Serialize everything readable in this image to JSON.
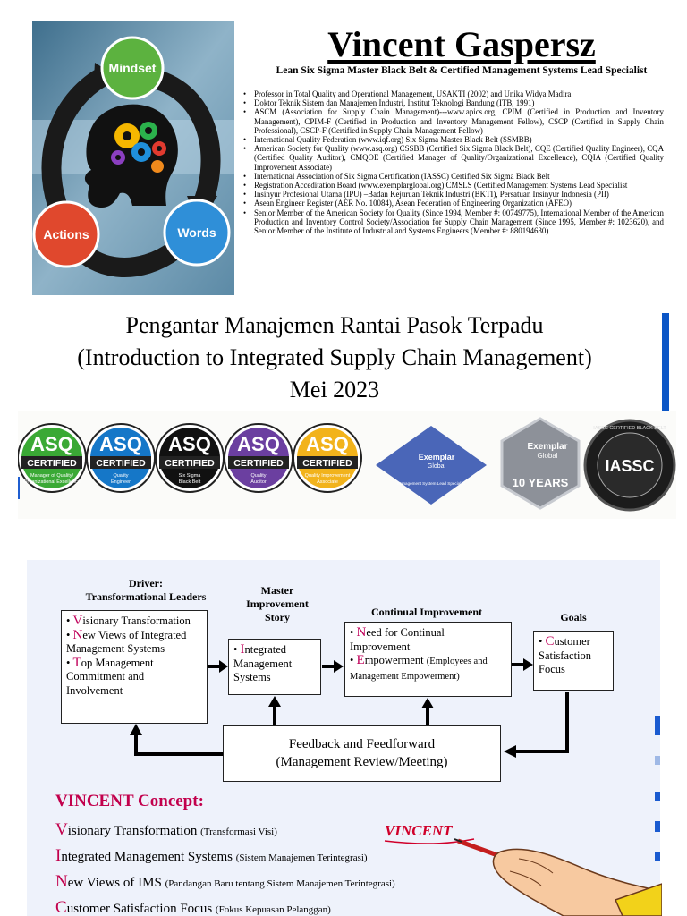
{
  "hero": {
    "labels": {
      "mindset": "Mindset",
      "actions": "Actions",
      "words": "Words"
    }
  },
  "profile": {
    "name": "Vincent Gaspersz",
    "subtitle": "Lean Six Sigma Master Black Belt & Certified Management Systems Lead Specialist",
    "credentials": [
      "Professor in Total Quality and Operational Management, USAKTI (2002) and Unika Widya Madira",
      "Doktor Teknik Sistem dan Manajemen Industri, Institut Teknologi Bandung (ITB, 1991)",
      "ASCM (Association for Supply Chain Management)---www.apics.org, CPIM (Certified in Production and Inventory Management), CPIM-F (Certified in Production and Inventory Management Fellow), CSCP (Certified in Supply Chain Professional), CSCP-F (Certified in Supply Chain Management Fellow)",
      "International Quality Federation (www.iqf.org) Six Sigma Master Black Belt (SSMBB)",
      "American Society for Quality (www.asq.org) CSSBB (Certified Six Sigma Black Belt), CQE (Certified Quality Engineer), CQA (Certified Quality Auditor), CMQOE (Certified Manager of Quality/Organizational Excellence), CQIA (Certified Quality Improvement Associate)",
      "International Association of Six Sigma Certification (IASSC) Certified Six Sigma Black Belt",
      "Registration Acceditation Board (www.exemplarglobal.org) CMSLS (Certified Management Systems Lead Specialist",
      "Insinyur Profesional Utama (IPU) –Badan Kejuruan Teknik Industri (BKTI), Persatuan Insinyur Indonesia (PII)",
      "Asean Engineer Register (AER No. 10084), Asean Federation of Engineering Organization (AFEO)",
      "Senior Member of the American Society for Quality (Since 1994, Member #: 00749775), International Member of the American Production and Inventory Control Society/Association for Supply Chain Management (Since 1995, Member #: 1023620), and Senior Member of the Institute of Industrial and Systems Engineers (Member #: 880194630)"
    ]
  },
  "course": {
    "title_id": "Pengantar Manajemen Rantai Pasok Terpadu",
    "title_en": "(Introduction to Integrated Supply Chain Management)",
    "date": "Mei 2023"
  },
  "badges": {
    "asq": [
      {
        "brand": "ASQ",
        "cert": "CERTIFIED",
        "desc": "Manager of Quality/ Organizational Excellence",
        "color": "#3aa935"
      },
      {
        "brand": "ASQ",
        "cert": "CERTIFIED",
        "desc": "Quality Engineer",
        "color": "#1577c8"
      },
      {
        "brand": "ASQ",
        "cert": "CERTIFIED",
        "desc": "Six Sigma Black Belt",
        "color": "#111111"
      },
      {
        "brand": "ASQ",
        "cert": "CERTIFIED",
        "desc": "Quality Auditor",
        "color": "#6b3fa0"
      },
      {
        "brand": "ASQ",
        "cert": "CERTIFIED",
        "desc": "Quality Improvement Associate",
        "color": "#f2b31c"
      }
    ],
    "exemplar": {
      "name": "Exemplar",
      "sub": "Global",
      "desc": "Management System Lead Specialist"
    },
    "exemplar10": {
      "name": "Exemplar",
      "sub": "Global",
      "years": "10 YEARS"
    },
    "iassc": {
      "name": "IASSC",
      "ring": "IASSC CERTIFIED BLACK BELT"
    }
  },
  "diagram": {
    "driver_header": [
      "Driver:",
      "Transformational Leaders"
    ],
    "story_header": [
      "Master",
      "Improvement",
      "Story"
    ],
    "ci_header": "Continual Improvement",
    "goals_header": "Goals",
    "driver_items": [
      {
        "cap": "V",
        "rest": "isionary Transformation"
      },
      {
        "cap": "N",
        "rest": "ew Views of Integrated Management Systems"
      },
      {
        "cap": "T",
        "rest": "op Management Commitment and Involvement"
      }
    ],
    "story_item": {
      "cap": "I",
      "rest": "ntegrated Management Systems"
    },
    "ci_items": [
      {
        "cap": "N",
        "rest": "eed for Continual Improvement"
      },
      {
        "cap": "E",
        "rest": "mpowerment",
        "note": "(Employees and Management Empowerment)"
      }
    ],
    "goal_item": {
      "cap": "C",
      "rest": "ustomer Satisfaction Focus"
    },
    "feedback": [
      "Feedback and Feedforward",
      "(Management Review/Meeting)"
    ]
  },
  "concept": {
    "title": "VINCENT Concept:",
    "rows": [
      {
        "cap": "V",
        "rest": "isionary Transformation",
        "note": "(Transformasi Visi)"
      },
      {
        "cap": "I",
        "rest": "ntegrated Management Systems",
        "note": "(Sistem Manajemen Terintegrasi)"
      },
      {
        "cap": "N",
        "rest": "ew Views of IMS",
        "note": "(Pandangan Baru tentang Sistem Manajemen Terintegrasi)"
      },
      {
        "cap": "C",
        "rest": "ustomer Satisfaction Focus",
        "note": "(Fokus Kepuasan Pelanggan)"
      }
    ],
    "handwriting": "VINCENT"
  },
  "colors": {
    "accent": "#c2004c",
    "blue": "#0b56c6"
  }
}
